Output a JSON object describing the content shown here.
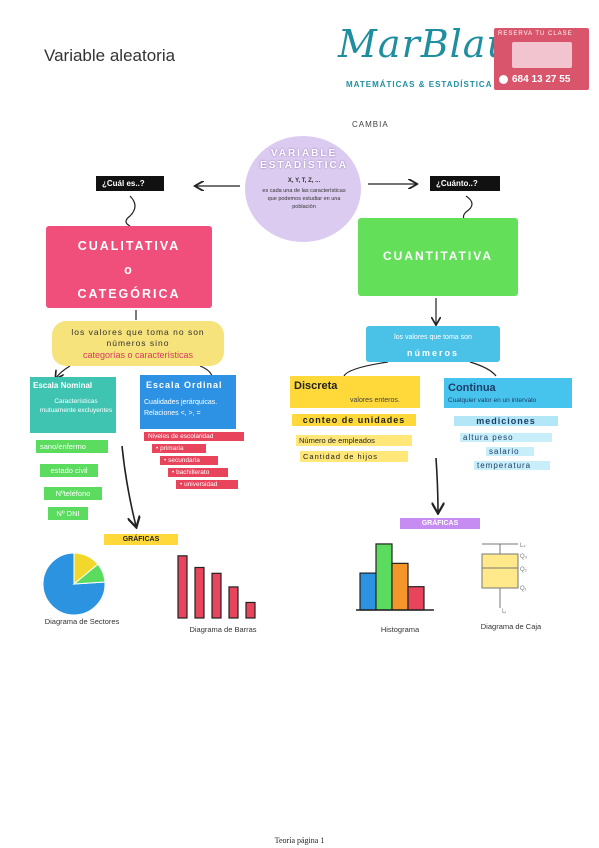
{
  "page_title": "Variable aleatoria",
  "logo": {
    "script": "MarBlau",
    "subtitle": "MATEMÁTICAS & ESTADÍSTICA",
    "booking_label": "RESERVA TU CLASE",
    "phone": "684 13 27 55",
    "brand_color": "#1f8fa0",
    "booking_color": "#d9556b"
  },
  "cambia_label": "CAMBIA",
  "center": {
    "title": "VARIABLE ESTADÍSTICA",
    "vars": "X, Y, T, Z, ...",
    "desc": "es cada una de las características que podemos estudiar en una población"
  },
  "questions": {
    "left": "¿Cuál es..?",
    "right": "¿Cuánto..?"
  },
  "cualitativa": {
    "title_line1": "CUALITATIVA",
    "title_line2": "o",
    "title_line3": "CATEGÓRICA",
    "sub_line1": "los valores que toma no son números sino",
    "sub_line2": "categorías o características",
    "color": "#ef4f7a"
  },
  "cuantitativa": {
    "title": "CUANTITATIVA",
    "sub_line1": "los valores que toma son",
    "sub_line2": "números",
    "color": "#63df5a"
  },
  "nominal": {
    "title": "Escala Nominal",
    "desc": "Características mutuamente excluyentes",
    "examples": [
      "sano/enfermo",
      "estado civil",
      "Nºteléfono",
      "Nº DNI"
    ]
  },
  "ordinal": {
    "title": "Escala Ordinal",
    "desc_line1": "Cualidades jerárquicas.",
    "desc_line2": "Relaciones <, >, =",
    "list_head": "Niveles de escolaridad",
    "levels": [
      "• primaria",
      "• secundaria",
      "• bachillerato",
      "• universidad"
    ]
  },
  "discreta": {
    "title": "Discreta",
    "desc": "valores enteros.",
    "sub": "conteo de unidades",
    "examples": [
      "Número de empleados",
      "Cantidad de hijos"
    ]
  },
  "continua": {
    "title": "Continua",
    "desc": "Cualquier valor en un intervalo",
    "sub": "mediciones",
    "examples": [
      "altura     peso",
      "salario",
      "temperatura"
    ]
  },
  "graficas": {
    "left": "GRÁFICAS",
    "right": "GRÁFICAS"
  },
  "captions": {
    "sectores": "Diagrama de Sectores",
    "barras": "Diagrama de Barras",
    "histograma": "Histograma",
    "caja": "Diagrama de Caja"
  },
  "box_labels": {
    "top": "Lₛ",
    "q3": "Q₃",
    "q2": "Q₂",
    "q1": "Q₁",
    "bottom": "Lᵢ"
  },
  "chart_data": [
    {
      "type": "pie",
      "title": "",
      "categories": [
        "",
        "",
        ""
      ],
      "values": [
        76,
        14,
        10
      ],
      "colors": [
        "#2b93e0",
        "#f2d82a",
        "#5bdc5e"
      ]
    },
    {
      "type": "bar",
      "title": "",
      "categories": [
        "",
        "",
        "",
        "",
        ""
      ],
      "values": [
        64,
        52,
        46,
        32,
        16
      ],
      "color": "#e8445c"
    },
    {
      "type": "bar",
      "title": "",
      "categories": [
        "",
        "",
        "",
        ""
      ],
      "values": [
        38,
        68,
        48,
        24
      ],
      "colors": [
        "#2b93e0",
        "#5bdc5e",
        "#f5962a",
        "#e8445c"
      ]
    },
    {
      "type": "box",
      "title": "",
      "values": [
        0,
        1.6,
        2.6,
        3.4,
        5
      ],
      "color": "#ffe98a"
    }
  ],
  "footer": "Teoría página 1"
}
